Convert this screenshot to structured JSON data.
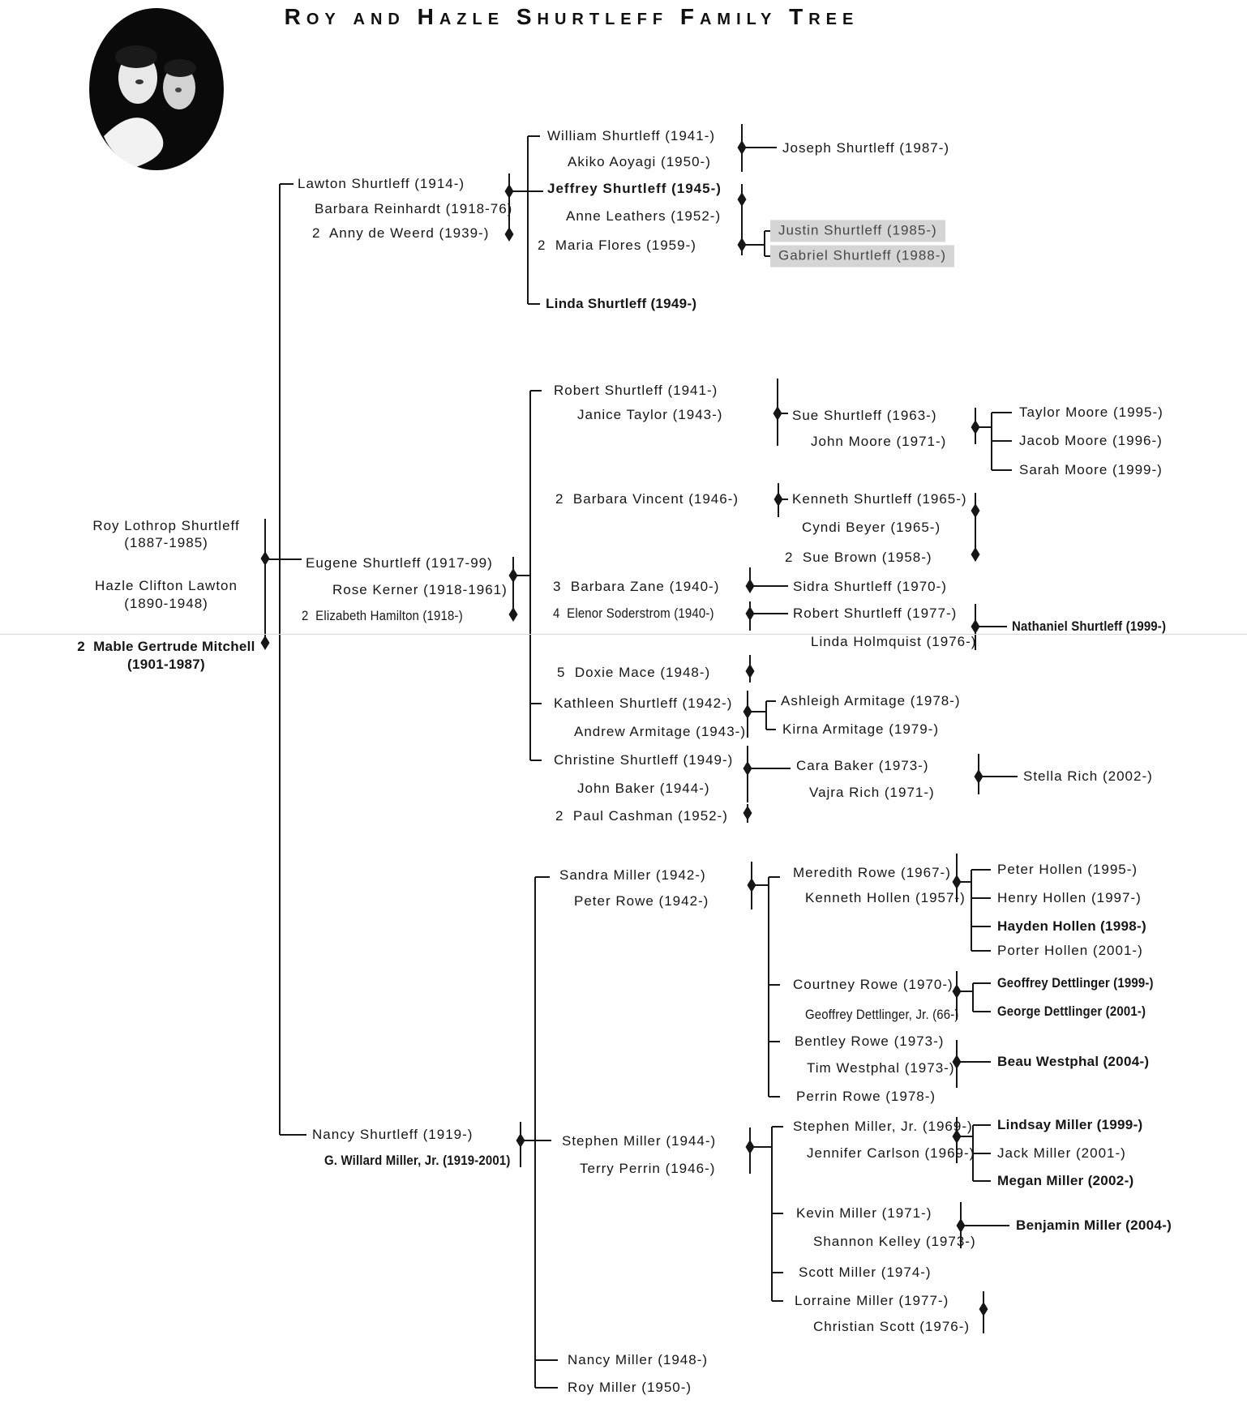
{
  "title": "Roy and Hazle Shurtleff Family Tree",
  "generation0": {
    "father": {
      "name": "Roy Lothrop Shurtleff",
      "dates": "(1887-1985)"
    },
    "mother": {
      "name": "Hazle Clifton Lawton",
      "dates": "(1890-1948)"
    },
    "stepmother": {
      "name": "2  Mable Gertrude Mitchell",
      "dates": "(1901-1987)"
    }
  },
  "lawton_branch": {
    "lawton": "Lawton Shurtleff (1914-)",
    "barbara_reinhardt": "Barbara Reinhardt (1918-76)",
    "anny_de_weerd": "2  Anny de Weerd (1939-)",
    "william": "William Shurtleff (1941-)",
    "akiko_aoyagi": "Akiko Aoyagi (1950-)",
    "jeffrey": "Jeffrey Shurtleff (1945-)",
    "anne_leathers": "Anne Leathers (1952-)",
    "maria_flores": "2  Maria Flores (1959-)",
    "linda": "Linda Shurtleff (1949-)",
    "joseph": "Joseph Shurtleff (1987-)",
    "justin": "Justin Shurtleff (1985-)",
    "gabriel": "Gabriel Shurtleff (1988-)"
  },
  "eugene_branch": {
    "eugene": "Eugene Shurtleff (1917-99)",
    "rose_kerner": "Rose Kerner (1918-1961)",
    "elizabeth_hamilton": "2  Elizabeth Hamilton (1918-)",
    "robert": "Robert Shurtleff (1941-)",
    "janice_taylor": "Janice Taylor (1943-)",
    "barbara_vincent": "2  Barbara Vincent (1946-)",
    "barbara_zane": "3  Barbara Zane (1940-)",
    "elenor_soderstrom": "4  Elenor Soderstrom (1940-)",
    "doxie_mace": "5  Doxie Mace (1948-)",
    "kathleen": "Kathleen Shurtleff (1942-)",
    "andrew_armitage": "Andrew Armitage (1943-)",
    "christine": "Christine Shurtleff (1949-)",
    "john_baker": "John Baker (1944-)",
    "paul_cashman": "2  Paul Cashman (1952-)",
    "sue": "Sue Shurtleff (1963-)",
    "john_moore": "John Moore (1971-)",
    "taylor_moore": "Taylor Moore (1995-)",
    "jacob_moore": "Jacob Moore (1996-)",
    "sarah_moore": "Sarah Moore (1999-)",
    "kenneth": "Kenneth Shurtleff (1965-)",
    "cyndi_beyer": "Cyndi Beyer (1965-)",
    "sue_brown": "2  Sue Brown (1958-)",
    "sidra": "Sidra Shurtleff (1970-)",
    "robert_jr": "Robert Shurtleff (1977-)",
    "linda_holmquist": "Linda Holmquist (1976-)",
    "nathaniel": "Nathaniel Shurtleff (1999-)",
    "ashleigh_armitage": "Ashleigh Armitage (1978-)",
    "kirna_armitage": "Kirna Armitage (1979-)",
    "cara_baker": "Cara Baker (1973-)",
    "vajra_rich": "Vajra Rich (1971-)",
    "stella_rich": "Stella Rich (2002-)"
  },
  "nancy_branch": {
    "nancy": "Nancy Shurtleff (1919-)",
    "willard_miller": "G. Willard Miller, Jr. (1919-2001)",
    "sandra_miller": "Sandra Miller (1942-)",
    "peter_rowe": "Peter Rowe (1942-)",
    "meredith_rowe": "Meredith Rowe (1967-)",
    "kenneth_hollen": "Kenneth Hollen (1957-)",
    "peter_hollen": "Peter Hollen (1995-)",
    "henry_hollen": "Henry Hollen (1997-)",
    "hayden_hollen": "Hayden Hollen (1998-)",
    "porter_hollen": "Porter Hollen (2001-)",
    "courtney_rowe": "Courtney Rowe (1970-)",
    "geoffrey_dettlinger_jr": "Geoffrey Dettlinger, Jr. (66-)",
    "geoffrey_dettlinger": "Geoffrey Dettlinger (1999-)",
    "george_dettlinger": "George Dettlinger (2001-)",
    "bentley_rowe": "Bentley Rowe (1973-)",
    "tim_westphal": "Tim Westphal (1973-)",
    "beau_westphal": "Beau Westphal (2004-)",
    "perrin_rowe": "Perrin Rowe (1978-)",
    "stephen_miller": "Stephen Miller (1944-)",
    "terry_perrin": "Terry Perrin (1946-)",
    "stephen_jr": "Stephen Miller, Jr. (1969-)",
    "jennifer_carlson": "Jennifer Carlson (1969-)",
    "lindsay_miller": "Lindsay Miller (1999-)",
    "jack_miller": "Jack Miller (2001-)",
    "megan_miller": "Megan Miller (2002-)",
    "kevin_miller": "Kevin Miller (1971-)",
    "shannon_kelley": "Shannon Kelley (1973-)",
    "benjamin_miller": "Benjamin Miller (2004-)",
    "scott_miller": "Scott Miller (1974-)",
    "lorraine_miller": "Lorraine Miller (1977-)",
    "christian_scott": "Christian Scott (1976-)",
    "nancy_miller": "Nancy Miller (1948-)",
    "roy_miller": "Roy Miller (1950-)"
  },
  "colors": {
    "line": "#161616",
    "highlight_bg": "#d5d5d5",
    "scan_line": "#dadada"
  }
}
